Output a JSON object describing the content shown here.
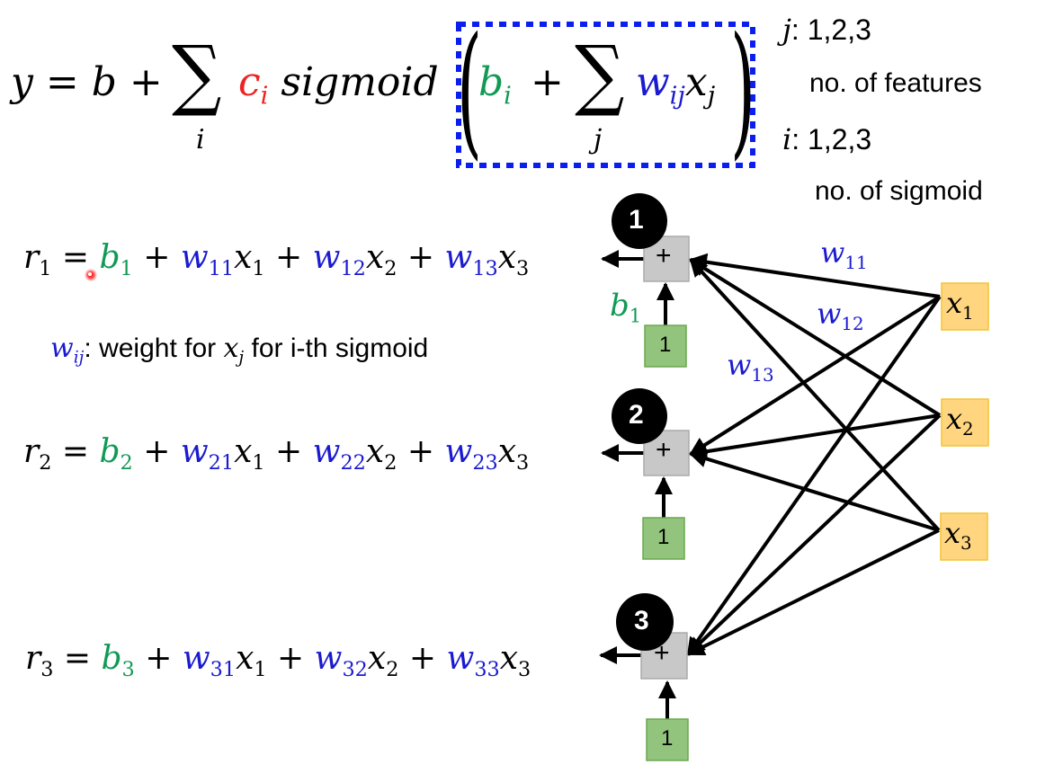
{
  "main_equation": {
    "lhs": "y",
    "equals": "=",
    "b": "b",
    "plus1": "+",
    "sum_symbol": "∑",
    "sum_index_outer": "i",
    "c": "c",
    "c_sub": "i",
    "sigmoid": "sigmoid",
    "paren_open": "(",
    "b_inner": "b",
    "b_inner_sub": "i",
    "plus2": "+",
    "sum_index_inner": "j",
    "w": "w",
    "w_sub": "ij",
    "x": "x",
    "x_sub": "j",
    "paren_close": ")"
  },
  "index_notes": {
    "j_label": "j",
    "j_values": ": 1,2,3",
    "j_desc": "no. of features",
    "i_label": "i",
    "i_values": ": 1,2,3",
    "i_desc": "no. of sigmoid"
  },
  "equations": [
    {
      "lhs": "r",
      "lhs_sub": "1",
      "eq": "=",
      "b_sub": "1",
      "terms": [
        {
          "w_sub": "11",
          "x_sub": "1"
        },
        {
          "w_sub": "12",
          "x_sub": "2"
        },
        {
          "w_sub": "13",
          "x_sub": "3"
        }
      ]
    },
    {
      "lhs": "r",
      "lhs_sub": "2",
      "eq": "=",
      "b_sub": "2",
      "terms": [
        {
          "w_sub": "21",
          "x_sub": "1"
        },
        {
          "w_sub": "22",
          "x_sub": "2"
        },
        {
          "w_sub": "23",
          "x_sub": "3"
        }
      ]
    },
    {
      "lhs": "r",
      "lhs_sub": "3",
      "eq": "=",
      "b_sub": "3",
      "terms": [
        {
          "w_sub": "31",
          "x_sub": "1"
        },
        {
          "w_sub": "32",
          "x_sub": "2"
        },
        {
          "w_sub": "33",
          "x_sub": "3"
        }
      ]
    }
  ],
  "symbols": {
    "b": "b",
    "w": "w",
    "x": "x",
    "plus": "+"
  },
  "weight_note": {
    "w": "w",
    "w_sub": "ij",
    "text1": ": weight for ",
    "x": "x",
    "x_sub": "j",
    "text2": " for i-th sigmoid"
  },
  "diagram": {
    "nodes": [
      {
        "number": "1",
        "op": "+",
        "bias_input": "1"
      },
      {
        "number": "2",
        "op": "+",
        "bias_input": "1"
      },
      {
        "number": "3",
        "op": "+",
        "bias_input": "1"
      }
    ],
    "inputs": [
      {
        "label": "x",
        "sub": "1"
      },
      {
        "label": "x",
        "sub": "2"
      },
      {
        "label": "x",
        "sub": "3"
      }
    ],
    "bias_label": {
      "text": "b",
      "sub": "1"
    },
    "weight_labels": [
      {
        "text": "w",
        "sub": "11"
      },
      {
        "text": "w",
        "sub": "12"
      },
      {
        "text": "w",
        "sub": "13"
      }
    ]
  },
  "colors": {
    "bias_green": "#119955",
    "weight_blue": "#1a1ad0",
    "c_red": "#ee2222",
    "highlight_box_blue": "#0a1ef0",
    "sum_box_gray": "#c8c8c8",
    "bias_box_green": "#93c47d",
    "input_box_orange": "#ffd580"
  }
}
